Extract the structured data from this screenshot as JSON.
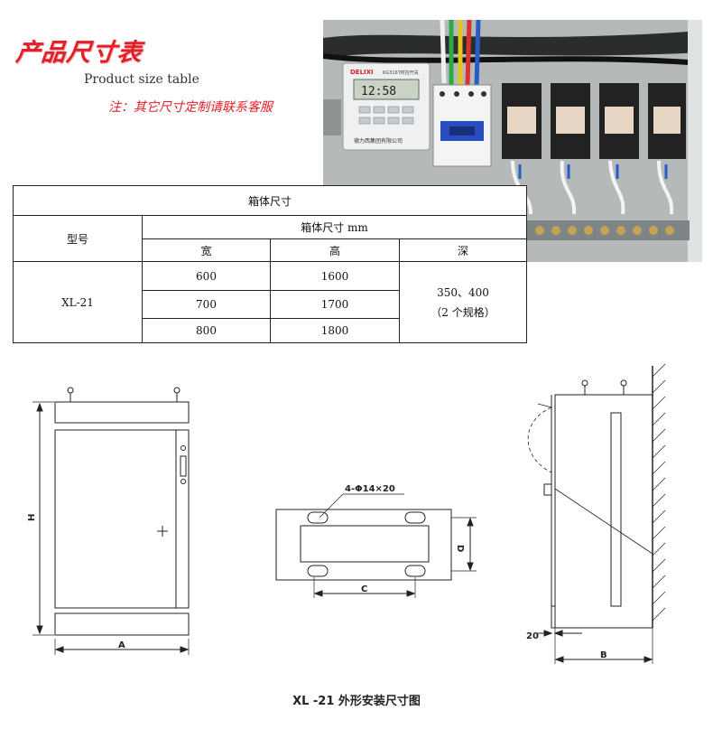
{
  "header": {
    "title_cn": "产品尺寸表",
    "title_en": "Product size table",
    "note": "注：其它尺寸定制请联系客服"
  },
  "photo": {
    "brand": "DELIXI",
    "device_label": "KG316T时控开关",
    "clock_display": "12:58",
    "device_footer": "德力西集团有限公司"
  },
  "table": {
    "caption": "箱体尺寸",
    "col_model": "型号",
    "col_size_group": "箱体尺寸 mm",
    "col_width": "宽",
    "col_height": "高",
    "col_depth": "深",
    "model": "XL-21",
    "rows": [
      {
        "width": "600",
        "height": "1600"
      },
      {
        "width": "700",
        "height": "1700"
      },
      {
        "width": "800",
        "height": "1800"
      }
    ],
    "depth_value": "350、400",
    "depth_note": "（2 个规格）"
  },
  "drawing": {
    "label_h": "H",
    "label_a": "A",
    "label_holes": "4-Φ14×20",
    "label_c": "C",
    "label_d": "D",
    "label_20": "20",
    "label_b": "B",
    "caption": "XL -21 外形安装尺寸图"
  },
  "colors": {
    "title_red": "#e2202a",
    "wire_green": "#2aa84a",
    "wire_yellow": "#e8c51a",
    "wire_red": "#d8342b",
    "wire_blue": "#2a5cc8"
  }
}
